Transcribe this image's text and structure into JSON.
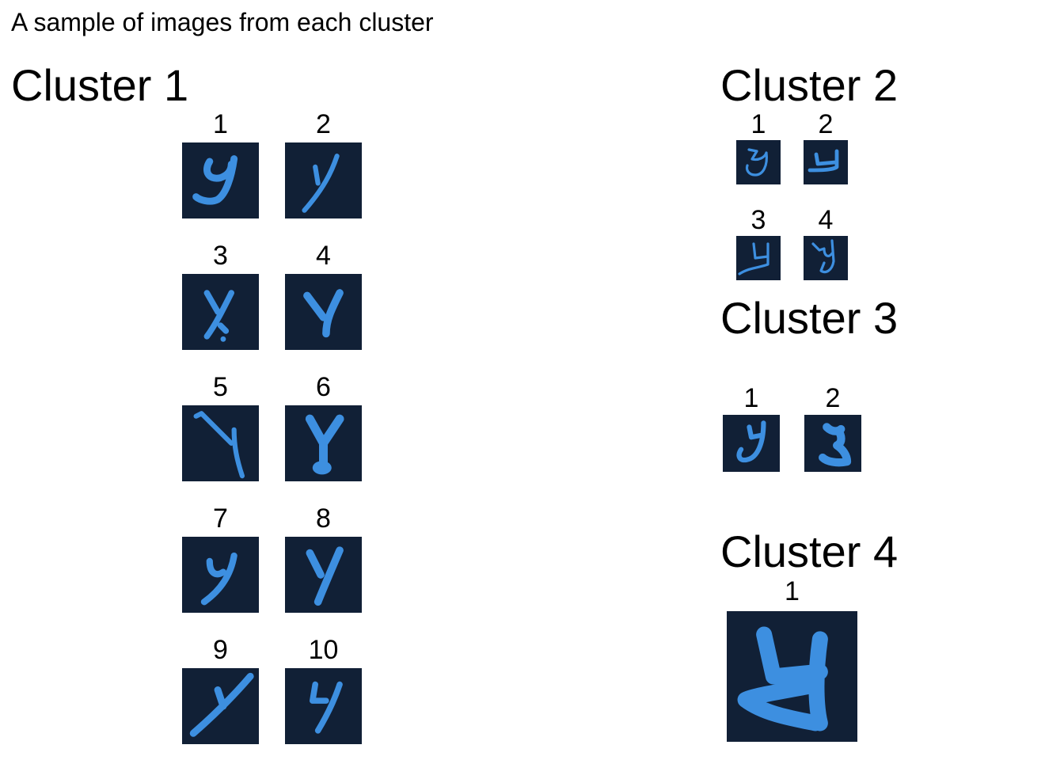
{
  "title": "A sample of images from each cluster",
  "colors": {
    "tile_background": "#112036",
    "glyph": "#3d8fe0",
    "text": "#000000",
    "page_background": "#ffffff"
  },
  "clusters": [
    {
      "heading": "Cluster 1",
      "images": [
        {
          "label": "1",
          "glyph": "y-curly"
        },
        {
          "label": "2",
          "glyph": "y-slanted-thin"
        },
        {
          "label": "3",
          "glyph": "y-with-dot"
        },
        {
          "label": "4",
          "glyph": "y-upright"
        },
        {
          "label": "5",
          "glyph": "y-long-hook"
        },
        {
          "label": "6",
          "glyph": "y-thick-base"
        },
        {
          "label": "7",
          "glyph": "y-script"
        },
        {
          "label": "8",
          "glyph": "y-upright-thick"
        },
        {
          "label": "9",
          "glyph": "y-diagonal"
        },
        {
          "label": "10",
          "glyph": "y-squiggle"
        }
      ]
    },
    {
      "heading": "Cluster 2",
      "images": [
        {
          "label": "1",
          "glyph": "y-round-loop"
        },
        {
          "label": "2",
          "glyph": "y-flat-tail"
        },
        {
          "label": "3",
          "glyph": "y-underline"
        },
        {
          "label": "4",
          "glyph": "y-loop-open"
        }
      ]
    },
    {
      "heading": "Cluster 3",
      "images": [
        {
          "label": "1",
          "glyph": "y-cursive-loop"
        },
        {
          "label": "2",
          "glyph": "y-heavy-blob"
        }
      ]
    },
    {
      "heading": "Cluster 4",
      "images": [
        {
          "label": "1",
          "glyph": "y-large-blocky"
        }
      ]
    }
  ]
}
